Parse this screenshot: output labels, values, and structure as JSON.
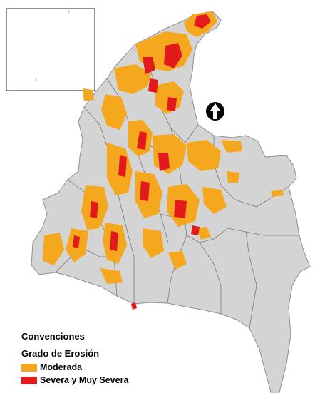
{
  "legend": {
    "title": "Convenciones",
    "subtitle": "Grado de Erosión",
    "items": [
      {
        "label": "Moderada",
        "color": "#f5a81d"
      },
      {
        "label": "Severa y Muy Severa",
        "color": "#e31a1c"
      }
    ]
  },
  "colors": {
    "territory": "#d4d4d4",
    "boundaries": "#7a7a7a",
    "north_arrow": "#000000"
  },
  "icons": {
    "north_arrow": "north-arrow-icon"
  }
}
